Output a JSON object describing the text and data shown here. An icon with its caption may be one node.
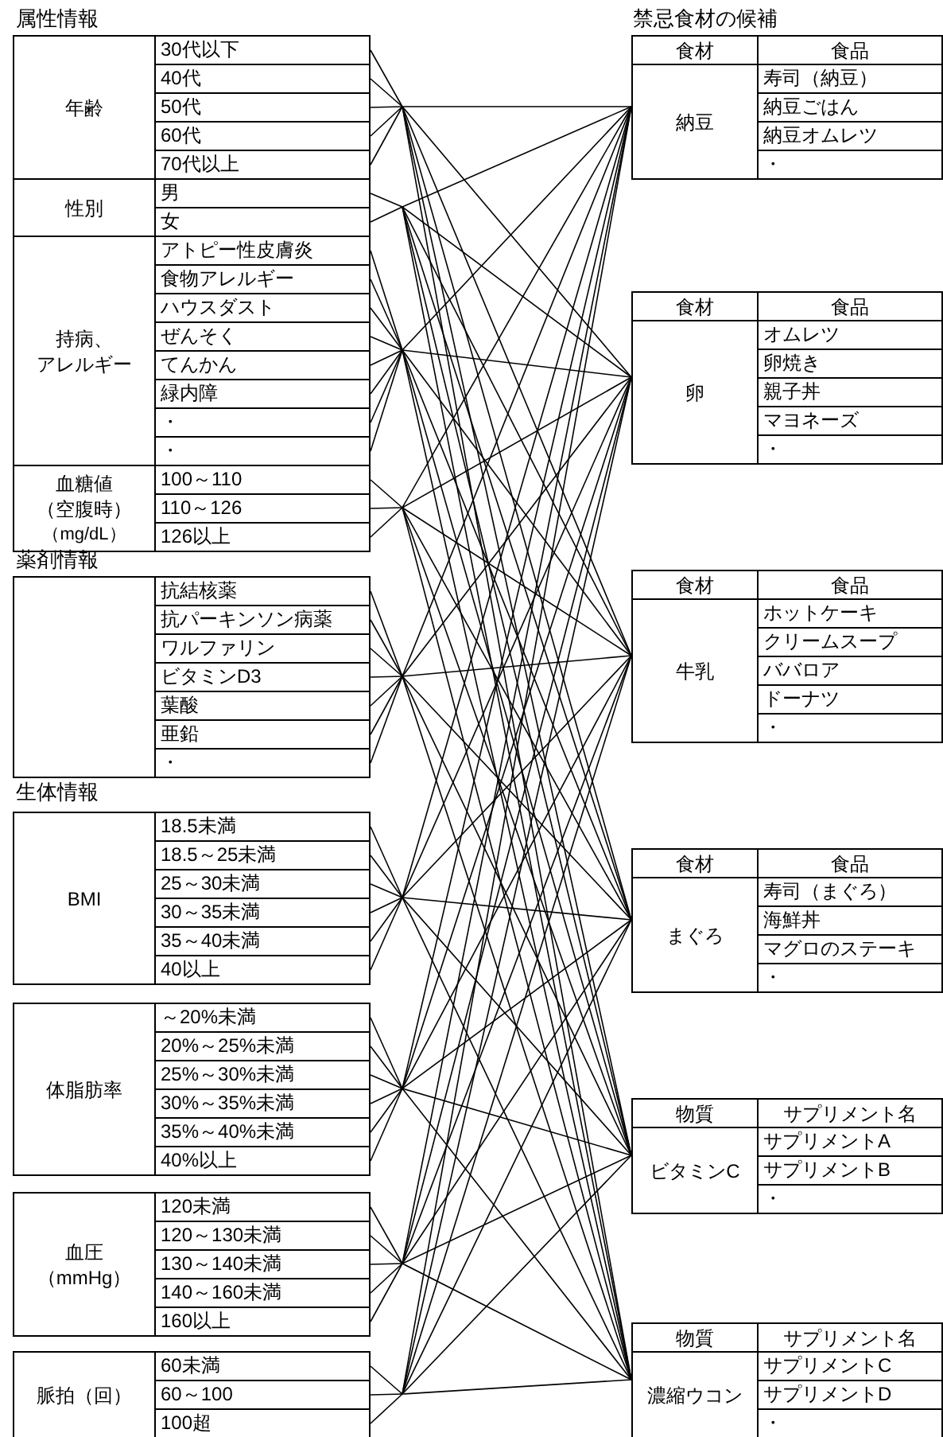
{
  "diagram": {
    "nodes": [
      {
        "text": [
          "年齢"
        ]
      },
      {
        "text": [
          "30代以下"
        ]
      },
      {
        "text": [
          "40代"
        ]
      },
      {
        "text": [
          "50代"
        ]
      },
      {
        "text": [
          "60代"
        ]
      },
      {
        "text": [
          "70代以上"
        ]
      },
      {
        "text": [
          "性別"
        ]
      },
      {
        "text": [
          "男"
        ]
      },
      {
        "text": [
          "女"
        ]
      },
      {
        "text": [
          "持病、アレルギー"
        ]
      },
      {
        "text": [
          "アトピー性皮膚炎"
        ]
      },
      {
        "text": [
          "食物アレルギー"
        ]
      },
      {
        "text": [
          "ハウスダスト"
        ]
      },
      {
        "text": [
          "ぜんそく"
        ]
      },
      {
        "text": [
          "てんかん"
        ]
      },
      {
        "text": [
          "緑内障"
        ]
      },
      {
        "text": [
          "・"
        ]
      },
      {
        "text": [
          "・"
        ]
      },
      {
        "text": [
          "血糖値",
          "（空腹時）",
          "（mg/dL）"
        ]
      },
      {
        "text": [
          "100～110"
        ]
      },
      {
        "text": [
          "110～126"
        ]
      },
      {
        "text": [
          "126以上"
        ]
      },
      {
        "text": [],
        "shape": "box"
      },
      {
        "text": [
          "抗結核薬"
        ]
      },
      {
        "text": [
          "抗パーキンソン病薬"
        ]
      },
      {
        "text": [
          "ワルファリン"
        ]
      },
      {
        "text": [
          "ビタミンD3"
        ]
      },
      {
        "text": [
          "葉酸"
        ]
      },
      {
        "text": [
          "亜鉛"
        ]
      },
      {
        "text": [
          "・"
        ]
      },
      {
        "text": [
          "BMI"
        ]
      },
      {
        "text": [
          "18.5未満"
        ]
      },
      {
        "text": [
          "18.5～25未満"
        ]
      },
      {
        "text": [
          "25～30未満"
        ]
      },
      {
        "text": [
          "30～35未満"
        ]
      },
      {
        "text": [
          "35～40未満"
        ]
      },
      {
        "text": [
          "40以上"
        ]
      },
      {
        "text": [
          "体脂肪率"
        ]
      },
      {
        "text": [
          "～20%未満"
        ]
      },
      {
        "text": [
          "20%～25%未満"
        ]
      },
      {
        "text": [
          "25%～30%未満"
        ]
      },
      {
        "text": [
          "30%～35%未満"
        ]
      },
      {
        "text": [
          "35%～40%未満"
        ]
      },
      {
        "text": [
          "40%以上"
        ]
      },
      {
        "text": [
          "血圧",
          "（mmHg）"
        ]
      },
      {
        "text": [
          "120未満"
        ]
      },
      {
        "text": [
          "120～130未満"
        ]
      },
      {
        "text": [
          "130～140未満"
        ]
      },
      {
        "text": [
          "140～160未満"
        ]
      },
      {
        "text": [
          "160以上"
        ]
      },
      {
        "text": [
          "脈拍（回）"
        ]
      },
      {
        "text": [
          "60未満"
        ]
      },
      {
        "text": [
          "60～100"
        ]
      },
      {
        "text": [
          "100超"
        ]
      },
      {
        "text": [
          "納豆"
        ]
      },
      {
        "text": [
          "卵"
        ]
      },
      {
        "text": [
          "牛乳"
        ]
      },
      {
        "text": [
          "まぐろ"
        ]
      },
      {
        "text": [
          "ビタミンC"
        ]
      },
      {
        "text": [
          "濃縮ウコン"
        ]
      }
    ],
    "edges": [
      {
        "from": 1,
        "to": 54,
        "arrow": "none"
      },
      {
        "from": 1,
        "to": 55,
        "arrow": "none"
      },
      {
        "from": 1,
        "to": 56,
        "arrow": "none"
      },
      {
        "from": 1,
        "to": 57,
        "arrow": "none"
      },
      {
        "from": 1,
        "to": 58,
        "arrow": "none"
      },
      {
        "from": 1,
        "to": 59,
        "arrow": "none"
      },
      {
        "from": 2,
        "to": 54,
        "arrow": "none"
      },
      {
        "from": 2,
        "to": 55,
        "arrow": "none"
      },
      {
        "from": 2,
        "to": 56,
        "arrow": "none"
      },
      {
        "from": 2,
        "to": 57,
        "arrow": "none"
      },
      {
        "from": 2,
        "to": 58,
        "arrow": "none"
      },
      {
        "from": 2,
        "to": 59,
        "arrow": "none"
      },
      {
        "from": 3,
        "to": 54,
        "arrow": "none"
      },
      {
        "from": 3,
        "to": 55,
        "arrow": "none"
      },
      {
        "from": 3,
        "to": 56,
        "arrow": "none"
      },
      {
        "from": 3,
        "to": 57,
        "arrow": "none"
      },
      {
        "from": 3,
        "to": 58,
        "arrow": "none"
      },
      {
        "from": 3,
        "to": 59,
        "arrow": "none"
      },
      {
        "from": 4,
        "to": 54,
        "arrow": "none"
      },
      {
        "from": 4,
        "to": 55,
        "arrow": "none"
      },
      {
        "from": 4,
        "to": 56,
        "arrow": "none"
      },
      {
        "from": 4,
        "to": 57,
        "arrow": "none"
      },
      {
        "from": 4,
        "to": 58,
        "arrow": "none"
      },
      {
        "from": 4,
        "to": 59,
        "arrow": "none"
      },
      {
        "from": 5,
        "to": 54,
        "arrow": "none"
      },
      {
        "from": 5,
        "to": 55,
        "arrow": "none"
      },
      {
        "from": 5,
        "to": 56,
        "arrow": "none"
      },
      {
        "from": 5,
        "to": 57,
        "arrow": "none"
      },
      {
        "from": 5,
        "to": 58,
        "arrow": "none"
      },
      {
        "from": 5,
        "to": 59,
        "arrow": "none"
      },
      {
        "from": 7,
        "to": 54,
        "arrow": "none"
      },
      {
        "from": 7,
        "to": 55,
        "arrow": "none"
      },
      {
        "from": 7,
        "to": 56,
        "arrow": "none"
      },
      {
        "from": 7,
        "to": 57,
        "arrow": "none"
      },
      {
        "from": 7,
        "to": 58,
        "arrow": "none"
      },
      {
        "from": 7,
        "to": 59,
        "arrow": "none"
      },
      {
        "from": 8,
        "to": 54,
        "arrow": "none"
      },
      {
        "from": 8,
        "to": 55,
        "arrow": "none"
      },
      {
        "from": 8,
        "to": 56,
        "arrow": "none"
      },
      {
        "from": 8,
        "to": 57,
        "arrow": "none"
      },
      {
        "from": 8,
        "to": 58,
        "arrow": "none"
      },
      {
        "from": 8,
        "to": 59,
        "arrow": "none"
      },
      {
        "from": 10,
        "to": 54,
        "arrow": "none"
      },
      {
        "from": 10,
        "to": 55,
        "arrow": "none"
      },
      {
        "from": 10,
        "to": 56,
        "arrow": "none"
      },
      {
        "from": 10,
        "to": 57,
        "arrow": "none"
      },
      {
        "from": 10,
        "to": 58,
        "arrow": "none"
      },
      {
        "from": 10,
        "to": 59,
        "arrow": "none"
      },
      {
        "from": 11,
        "to": 54,
        "arrow": "none"
      },
      {
        "from": 11,
        "to": 55,
        "arrow": "none"
      },
      {
        "from": 11,
        "to": 56,
        "arrow": "none"
      },
      {
        "from": 11,
        "to": 57,
        "arrow": "none"
      },
      {
        "from": 11,
        "to": 58,
        "arrow": "none"
      },
      {
        "from": 11,
        "to": 59,
        "arrow": "none"
      },
      {
        "from": 12,
        "to": 54,
        "arrow": "none"
      },
      {
        "from": 12,
        "to": 55,
        "arrow": "none"
      },
      {
        "from": 12,
        "to": 56,
        "arrow": "none"
      },
      {
        "from": 12,
        "to": 57,
        "arrow": "none"
      },
      {
        "from": 12,
        "to": 58,
        "arrow": "none"
      },
      {
        "from": 12,
        "to": 59,
        "arrow": "none"
      },
      {
        "from": 13,
        "to": 54,
        "arrow": "none"
      },
      {
        "from": 13,
        "to": 55,
        "arrow": "none"
      },
      {
        "from": 13,
        "to": 56,
        "arrow": "none"
      },
      {
        "from": 13,
        "to": 57,
        "arrow": "none"
      },
      {
        "from": 13,
        "to": 58,
        "arrow": "none"
      },
      {
        "from": 13,
        "to": 59,
        "arrow": "none"
      },
      {
        "from": 14,
        "to": 54,
        "arrow": "none"
      },
      {
        "from": 14,
        "to": 55,
        "arrow": "none"
      },
      {
        "from": 14,
        "to": 56,
        "arrow": "none"
      },
      {
        "from": 14,
        "to": 57,
        "arrow": "none"
      },
      {
        "from": 14,
        "to": 58,
        "arrow": "none"
      },
      {
        "from": 14,
        "to": 59,
        "arrow": "none"
      },
      {
        "from": 15,
        "to": 54,
        "arrow": "none"
      },
      {
        "from": 15,
        "to": 55,
        "arrow": "none"
      },
      {
        "from": 15,
        "to": 56,
        "arrow": "none"
      },
      {
        "from": 15,
        "to": 57,
        "arrow": "none"
      },
      {
        "from": 15,
        "to": 58,
        "arrow": "none"
      },
      {
        "from": 15,
        "to": 59,
        "arrow": "none"
      },
      {
        "from": 16,
        "to": 54,
        "arrow": "none"
      },
      {
        "from": 16,
        "to": 55,
        "arrow": "none"
      },
      {
        "from": 16,
        "to": 56,
        "arrow": "none"
      },
      {
        "from": 16,
        "to": 57,
        "arrow": "none"
      },
      {
        "from": 16,
        "to": 58,
        "arrow": "none"
      },
      {
        "from": 16,
        "to": 59,
        "arrow": "none"
      },
      {
        "from": 17,
        "to": 54,
        "arrow": "none"
      },
      {
        "from": 17,
        "to": 55,
        "arrow": "none"
      },
      {
        "from": 17,
        "to": 56,
        "arrow": "none"
      },
      {
        "from": 17,
        "to": 57,
        "arrow": "none"
      },
      {
        "from": 17,
        "to": 58,
        "arrow": "none"
      },
      {
        "from": 17,
        "to": 59,
        "arrow": "none"
      },
      {
        "from": 19,
        "to": 54,
        "arrow": "none"
      },
      {
        "from": 19,
        "to": 55,
        "arrow": "none"
      },
      {
        "from": 19,
        "to": 56,
        "arrow": "none"
      },
      {
        "from": 19,
        "to": 57,
        "arrow": "none"
      },
      {
        "from": 19,
        "to": 58,
        "arrow": "none"
      },
      {
        "from": 19,
        "to": 59,
        "arrow": "none"
      },
      {
        "from": 20,
        "to": 54,
        "arrow": "none"
      },
      {
        "from": 20,
        "to": 55,
        "arrow": "none"
      },
      {
        "from": 20,
        "to": 56,
        "arrow": "none"
      },
      {
        "from": 20,
        "to": 57,
        "arrow": "none"
      },
      {
        "from": 20,
        "to": 58,
        "arrow": "none"
      },
      {
        "from": 20,
        "to": 59,
        "arrow": "none"
      },
      {
        "from": 21,
        "to": 54,
        "arrow": "none"
      },
      {
        "from": 21,
        "to": 55,
        "arrow": "none"
      },
      {
        "from": 21,
        "to": 56,
        "arrow": "none"
      },
      {
        "from": 21,
        "to": 57,
        "arrow": "none"
      },
      {
        "from": 21,
        "to": 58,
        "arrow": "none"
      },
      {
        "from": 21,
        "to": 59,
        "arrow": "none"
      },
      {
        "from": 23,
        "to": 54,
        "arrow": "none"
      },
      {
        "from": 23,
        "to": 55,
        "arrow": "none"
      },
      {
        "from": 23,
        "to": 56,
        "arrow": "none"
      },
      {
        "from": 23,
        "to": 57,
        "arrow": "none"
      },
      {
        "from": 23,
        "to": 58,
        "arrow": "none"
      },
      {
        "from": 23,
        "to": 59,
        "arrow": "none"
      },
      {
        "from": 24,
        "to": 54,
        "arrow": "none"
      },
      {
        "from": 24,
        "to": 55,
        "arrow": "none"
      },
      {
        "from": 24,
        "to": 56,
        "arrow": "none"
      },
      {
        "from": 24,
        "to": 57,
        "arrow": "none"
      },
      {
        "from": 24,
        "to": 58,
        "arrow": "none"
      },
      {
        "from": 24,
        "to": 59,
        "arrow": "none"
      },
      {
        "from": 25,
        "to": 54,
        "arrow": "none"
      },
      {
        "from": 25,
        "to": 55,
        "arrow": "none"
      },
      {
        "from": 25,
        "to": 56,
        "arrow": "none"
      },
      {
        "from": 25,
        "to": 57,
        "arrow": "none"
      },
      {
        "from": 25,
        "to": 58,
        "arrow": "none"
      },
      {
        "from": 25,
        "to": 59,
        "arrow": "none"
      },
      {
        "from": 26,
        "to": 54,
        "arrow": "none"
      },
      {
        "from": 26,
        "to": 55,
        "arrow": "none"
      },
      {
        "from": 26,
        "to": 56,
        "arrow": "none"
      },
      {
        "from": 26,
        "to": 57,
        "arrow": "none"
      },
      {
        "from": 26,
        "to": 58,
        "arrow": "none"
      },
      {
        "from": 26,
        "to": 59,
        "arrow": "none"
      },
      {
        "from": 27,
        "to": 54,
        "arrow": "none"
      },
      {
        "from": 27,
        "to": 55,
        "arrow": "none"
      },
      {
        "from": 27,
        "to": 56,
        "arrow": "none"
      },
      {
        "from": 27,
        "to": 57,
        "arrow": "none"
      },
      {
        "from": 27,
        "to": 58,
        "arrow": "none"
      },
      {
        "from": 27,
        "to": 59,
        "arrow": "none"
      },
      {
        "from": 28,
        "to": 54,
        "arrow": "none"
      },
      {
        "from": 28,
        "to": 55,
        "arrow": "none"
      },
      {
        "from": 28,
        "to": 56,
        "arrow": "none"
      },
      {
        "from": 28,
        "to": 57,
        "arrow": "none"
      },
      {
        "from": 28,
        "to": 58,
        "arrow": "none"
      },
      {
        "from": 28,
        "to": 59,
        "arrow": "none"
      },
      {
        "from": 29,
        "to": 54,
        "arrow": "none"
      },
      {
        "from": 29,
        "to": 55,
        "arrow": "none"
      },
      {
        "from": 29,
        "to": 56,
        "arrow": "none"
      },
      {
        "from": 29,
        "to": 57,
        "arrow": "none"
      },
      {
        "from": 29,
        "to": 58,
        "arrow": "none"
      },
      {
        "from": 29,
        "to": 59,
        "arrow": "none"
      },
      {
        "from": 31,
        "to": 54,
        "arrow": "none"
      },
      {
        "from": 31,
        "to": 55,
        "arrow": "none"
      },
      {
        "from": 31,
        "to": 56,
        "arrow": "none"
      },
      {
        "from": 31,
        "to": 57,
        "arrow": "none"
      },
      {
        "from": 31,
        "to": 58,
        "arrow": "none"
      },
      {
        "from": 31,
        "to": 59,
        "arrow": "none"
      },
      {
        "from": 32,
        "to": 54,
        "arrow": "none"
      },
      {
        "from": 32,
        "to": 55,
        "arrow": "none"
      },
      {
        "from": 32,
        "to": 56,
        "arrow": "none"
      },
      {
        "from": 32,
        "to": 57,
        "arrow": "none"
      },
      {
        "from": 32,
        "to": 58,
        "arrow": "none"
      },
      {
        "from": 32,
        "to": 59,
        "arrow": "none"
      },
      {
        "from": 33,
        "to": 54,
        "arrow": "none"
      },
      {
        "from": 33,
        "to": 55,
        "arrow": "none"
      },
      {
        "from": 33,
        "to": 56,
        "arrow": "none"
      },
      {
        "from": 33,
        "to": 57,
        "arrow": "none"
      },
      {
        "from": 33,
        "to": 58,
        "arrow": "none"
      },
      {
        "from": 33,
        "to": 59,
        "arrow": "none"
      },
      {
        "from": 34,
        "to": 54,
        "arrow": "none"
      },
      {
        "from": 34,
        "to": 55,
        "arrow": "none"
      },
      {
        "from": 34,
        "to": 56,
        "arrow": "none"
      },
      {
        "from": 34,
        "to": 57,
        "arrow": "none"
      },
      {
        "from": 34,
        "to": 58,
        "arrow": "none"
      },
      {
        "from": 34,
        "to": 59,
        "arrow": "none"
      },
      {
        "from": 35,
        "to": 54,
        "arrow": "none"
      },
      {
        "from": 35,
        "to": 55,
        "arrow": "none"
      },
      {
        "from": 35,
        "to": 56,
        "arrow": "none"
      },
      {
        "from": 35,
        "to": 57,
        "arrow": "none"
      },
      {
        "from": 35,
        "to": 58,
        "arrow": "none"
      },
      {
        "from": 35,
        "to": 59,
        "arrow": "none"
      },
      {
        "from": 36,
        "to": 54,
        "arrow": "none"
      },
      {
        "from": 36,
        "to": 55,
        "arrow": "none"
      },
      {
        "from": 36,
        "to": 56,
        "arrow": "none"
      },
      {
        "from": 36,
        "to": 57,
        "arrow": "none"
      },
      {
        "from": 36,
        "to": 58,
        "arrow": "none"
      },
      {
        "from": 36,
        "to": 59,
        "arrow": "none"
      },
      {
        "from": 38,
        "to": 54,
        "arrow": "none"
      },
      {
        "from": 38,
        "to": 55,
        "arrow": "none"
      },
      {
        "from": 38,
        "to": 56,
        "arrow": "none"
      },
      {
        "from": 38,
        "to": 57,
        "arrow": "none"
      },
      {
        "from": 38,
        "to": 58,
        "arrow": "none"
      },
      {
        "from": 38,
        "to": 59,
        "arrow": "none"
      },
      {
        "from": 39,
        "to": 54,
        "arrow": "none"
      },
      {
        "from": 39,
        "to": 55,
        "arrow": "none"
      },
      {
        "from": 39,
        "to": 56,
        "arrow": "none"
      },
      {
        "from": 39,
        "to": 57,
        "arrow": "none"
      },
      {
        "from": 39,
        "to": 58,
        "arrow": "none"
      },
      {
        "from": 39,
        "to": 59,
        "arrow": "none"
      },
      {
        "from": 40,
        "to": 54,
        "arrow": "none"
      },
      {
        "from": 40,
        "to": 55,
        "arrow": "none"
      },
      {
        "from": 40,
        "to": 56,
        "arrow": "none"
      },
      {
        "from": 40,
        "to": 57,
        "arrow": "none"
      },
      {
        "from": 40,
        "to": 58,
        "arrow": "none"
      },
      {
        "from": 40,
        "to": 59,
        "arrow": "none"
      },
      {
        "from": 41,
        "to": 54,
        "arrow": "none"
      },
      {
        "from": 41,
        "to": 55,
        "arrow": "none"
      },
      {
        "from": 41,
        "to": 56,
        "arrow": "none"
      },
      {
        "from": 41,
        "to": 57,
        "arrow": "none"
      },
      {
        "from": 41,
        "to": 58,
        "arrow": "none"
      },
      {
        "from": 41,
        "to": 59,
        "arrow": "none"
      },
      {
        "from": 42,
        "to": 54,
        "arrow": "none"
      },
      {
        "from": 42,
        "to": 55,
        "arrow": "none"
      },
      {
        "from": 42,
        "to": 56,
        "arrow": "none"
      },
      {
        "from": 42,
        "to": 57,
        "arrow": "none"
      },
      {
        "from": 42,
        "to": 58,
        "arrow": "none"
      },
      {
        "from": 42,
        "to": 59,
        "arrow": "none"
      },
      {
        "from": 43,
        "to": 54,
        "arrow": "none"
      },
      {
        "from": 43,
        "to": 55,
        "arrow": "none"
      },
      {
        "from": 43,
        "to": 56,
        "arrow": "none"
      },
      {
        "from": 43,
        "to": 57,
        "arrow": "none"
      },
      {
        "from": 43,
        "to": 58,
        "arrow": "none"
      },
      {
        "from": 43,
        "to": 59,
        "arrow": "none"
      },
      {
        "from": 45,
        "to": 54,
        "arrow": "none"
      },
      {
        "from": 45,
        "to": 55,
        "arrow": "none"
      },
      {
        "from": 45,
        "to": 56,
        "arrow": "none"
      },
      {
        "from": 45,
        "to": 57,
        "arrow": "none"
      },
      {
        "from": 45,
        "to": 58,
        "arrow": "none"
      },
      {
        "from": 45,
        "to": 59,
        "arrow": "none"
      },
      {
        "from": 46,
        "to": 54,
        "arrow": "none"
      },
      {
        "from": 46,
        "to": 55,
        "arrow": "none"
      },
      {
        "from": 46,
        "to": 56,
        "arrow": "none"
      },
      {
        "from": 46,
        "to": 57,
        "arrow": "none"
      },
      {
        "from": 46,
        "to": 58,
        "arrow": "none"
      },
      {
        "from": 46,
        "to": 59,
        "arrow": "none"
      },
      {
        "from": 47,
        "to": 54,
        "arrow": "none"
      },
      {
        "from": 47,
        "to": 55,
        "arrow": "none"
      },
      {
        "from": 47,
        "to": 56,
        "arrow": "none"
      },
      {
        "from": 47,
        "to": 57,
        "arrow": "none"
      },
      {
        "from": 47,
        "to": 58,
        "arrow": "none"
      },
      {
        "from": 47,
        "to": 59,
        "arrow": "none"
      },
      {
        "from": 48,
        "to": 54,
        "arrow": "none"
      },
      {
        "from": 48,
        "to": 55,
        "arrow": "none"
      },
      {
        "from": 48,
        "to": 56,
        "arrow": "none"
      },
      {
        "from": 48,
        "to": 57,
        "arrow": "none"
      },
      {
        "from": 48,
        "to": 58,
        "arrow": "none"
      },
      {
        "from": 48,
        "to": 59,
        "arrow": "none"
      },
      {
        "from": 49,
        "to": 54,
        "arrow": "none"
      },
      {
        "from": 49,
        "to": 55,
        "arrow": "none"
      },
      {
        "from": 49,
        "to": 56,
        "arrow": "none"
      },
      {
        "from": 49,
        "to": 57,
        "arrow": "none"
      },
      {
        "from": 49,
        "to": 58,
        "arrow": "none"
      },
      {
        "from": 49,
        "to": 59,
        "arrow": "none"
      },
      {
        "from": 51,
        "to": 54,
        "arrow": "none"
      },
      {
        "from": 51,
        "to": 55,
        "arrow": "none"
      },
      {
        "from": 51,
        "to": 56,
        "arrow": "none"
      },
      {
        "from": 51,
        "to": 57,
        "arrow": "none"
      },
      {
        "from": 51,
        "to": 58,
        "arrow": "none"
      },
      {
        "from": 51,
        "to": 59,
        "arrow": "none"
      },
      {
        "from": 52,
        "to": 54,
        "arrow": "none"
      },
      {
        "from": 52,
        "to": 55,
        "arrow": "none"
      },
      {
        "from": 52,
        "to": 56,
        "arrow": "none"
      },
      {
        "from": 52,
        "to": 57,
        "arrow": "none"
      },
      {
        "from": 52,
        "to": 58,
        "arrow": "none"
      },
      {
        "from": 52,
        "to": 59,
        "arrow": "none"
      },
      {
        "from": 53,
        "to": 54,
        "arrow": "none"
      },
      {
        "from": 53,
        "to": 55,
        "arrow": "none"
      },
      {
        "from": 53,
        "to": 56,
        "arrow": "none"
      },
      {
        "from": 53,
        "to": 57,
        "arrow": "none"
      },
      {
        "from": 53,
        "to": 58,
        "arrow": "none"
      },
      {
        "from": 53,
        "to": 59,
        "arrow": "none"
      }
    ],
    "labels": [
      "属性情報",
      "薬剤情報",
      "生体情報",
      "禁忌食材の候補",
      "食材",
      "食品",
      "寿司（納豆）",
      "納豆ごはん",
      "納豆オムレツ",
      "・",
      "食材",
      "食品",
      "オムレツ",
      "卵焼き",
      "親子丼",
      "マヨネーズ",
      "・",
      "食材",
      "食品",
      "ホットケーキ",
      "クリームスープ",
      "ババロア",
      "ドーナツ",
      "・",
      "食材",
      "食品",
      "寿司（まぐろ）",
      "海鮮丼",
      "マグロのステーキ",
      "・",
      "物質",
      "サプリメント名",
      "サプリメントA",
      "サプリメントB",
      "・",
      "物質",
      "サプリメント名",
      "サプリメントC",
      "サプリメントD",
      "・"
    ]
  }
}
